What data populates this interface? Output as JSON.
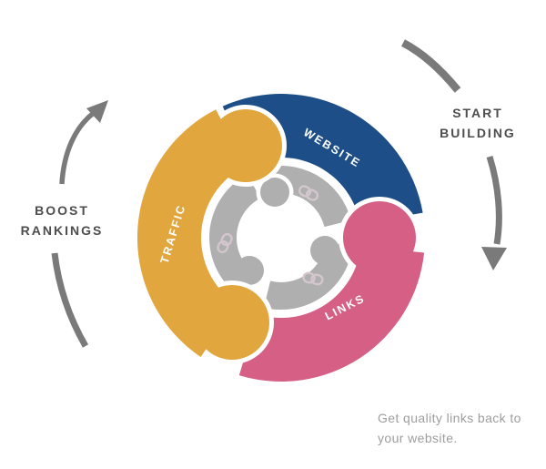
{
  "title": "Link building cycle diagram",
  "wheel": {
    "segments": [
      {
        "id": "traffic",
        "label": "TRAFFIC",
        "color": "#E1A73E"
      },
      {
        "id": "website",
        "label": "WEBSITE",
        "color": "#1D4E87"
      },
      {
        "id": "links",
        "label": "LINKS",
        "color": "#D55F85"
      }
    ],
    "label_color": "#FFFFFF",
    "outline_color": "#FFFFFF",
    "inner_ring": {
      "color": "#AFAFAF",
      "icon": "chain-link-icon",
      "icon_color": "#D4C6CD",
      "icon_count": 3
    }
  },
  "annotations": {
    "boost_rankings": {
      "line1": "BOOST",
      "line2": "RANKINGS",
      "color": "#4D4D4D"
    },
    "start_building": {
      "line1": "START",
      "line2": "BUILDING",
      "color": "#4D4D4D"
    },
    "caption": {
      "line1": "Get quality links back to",
      "line2": "your website.",
      "color": "#9D9D9D"
    },
    "arrow_color": "#7A7A7A"
  }
}
